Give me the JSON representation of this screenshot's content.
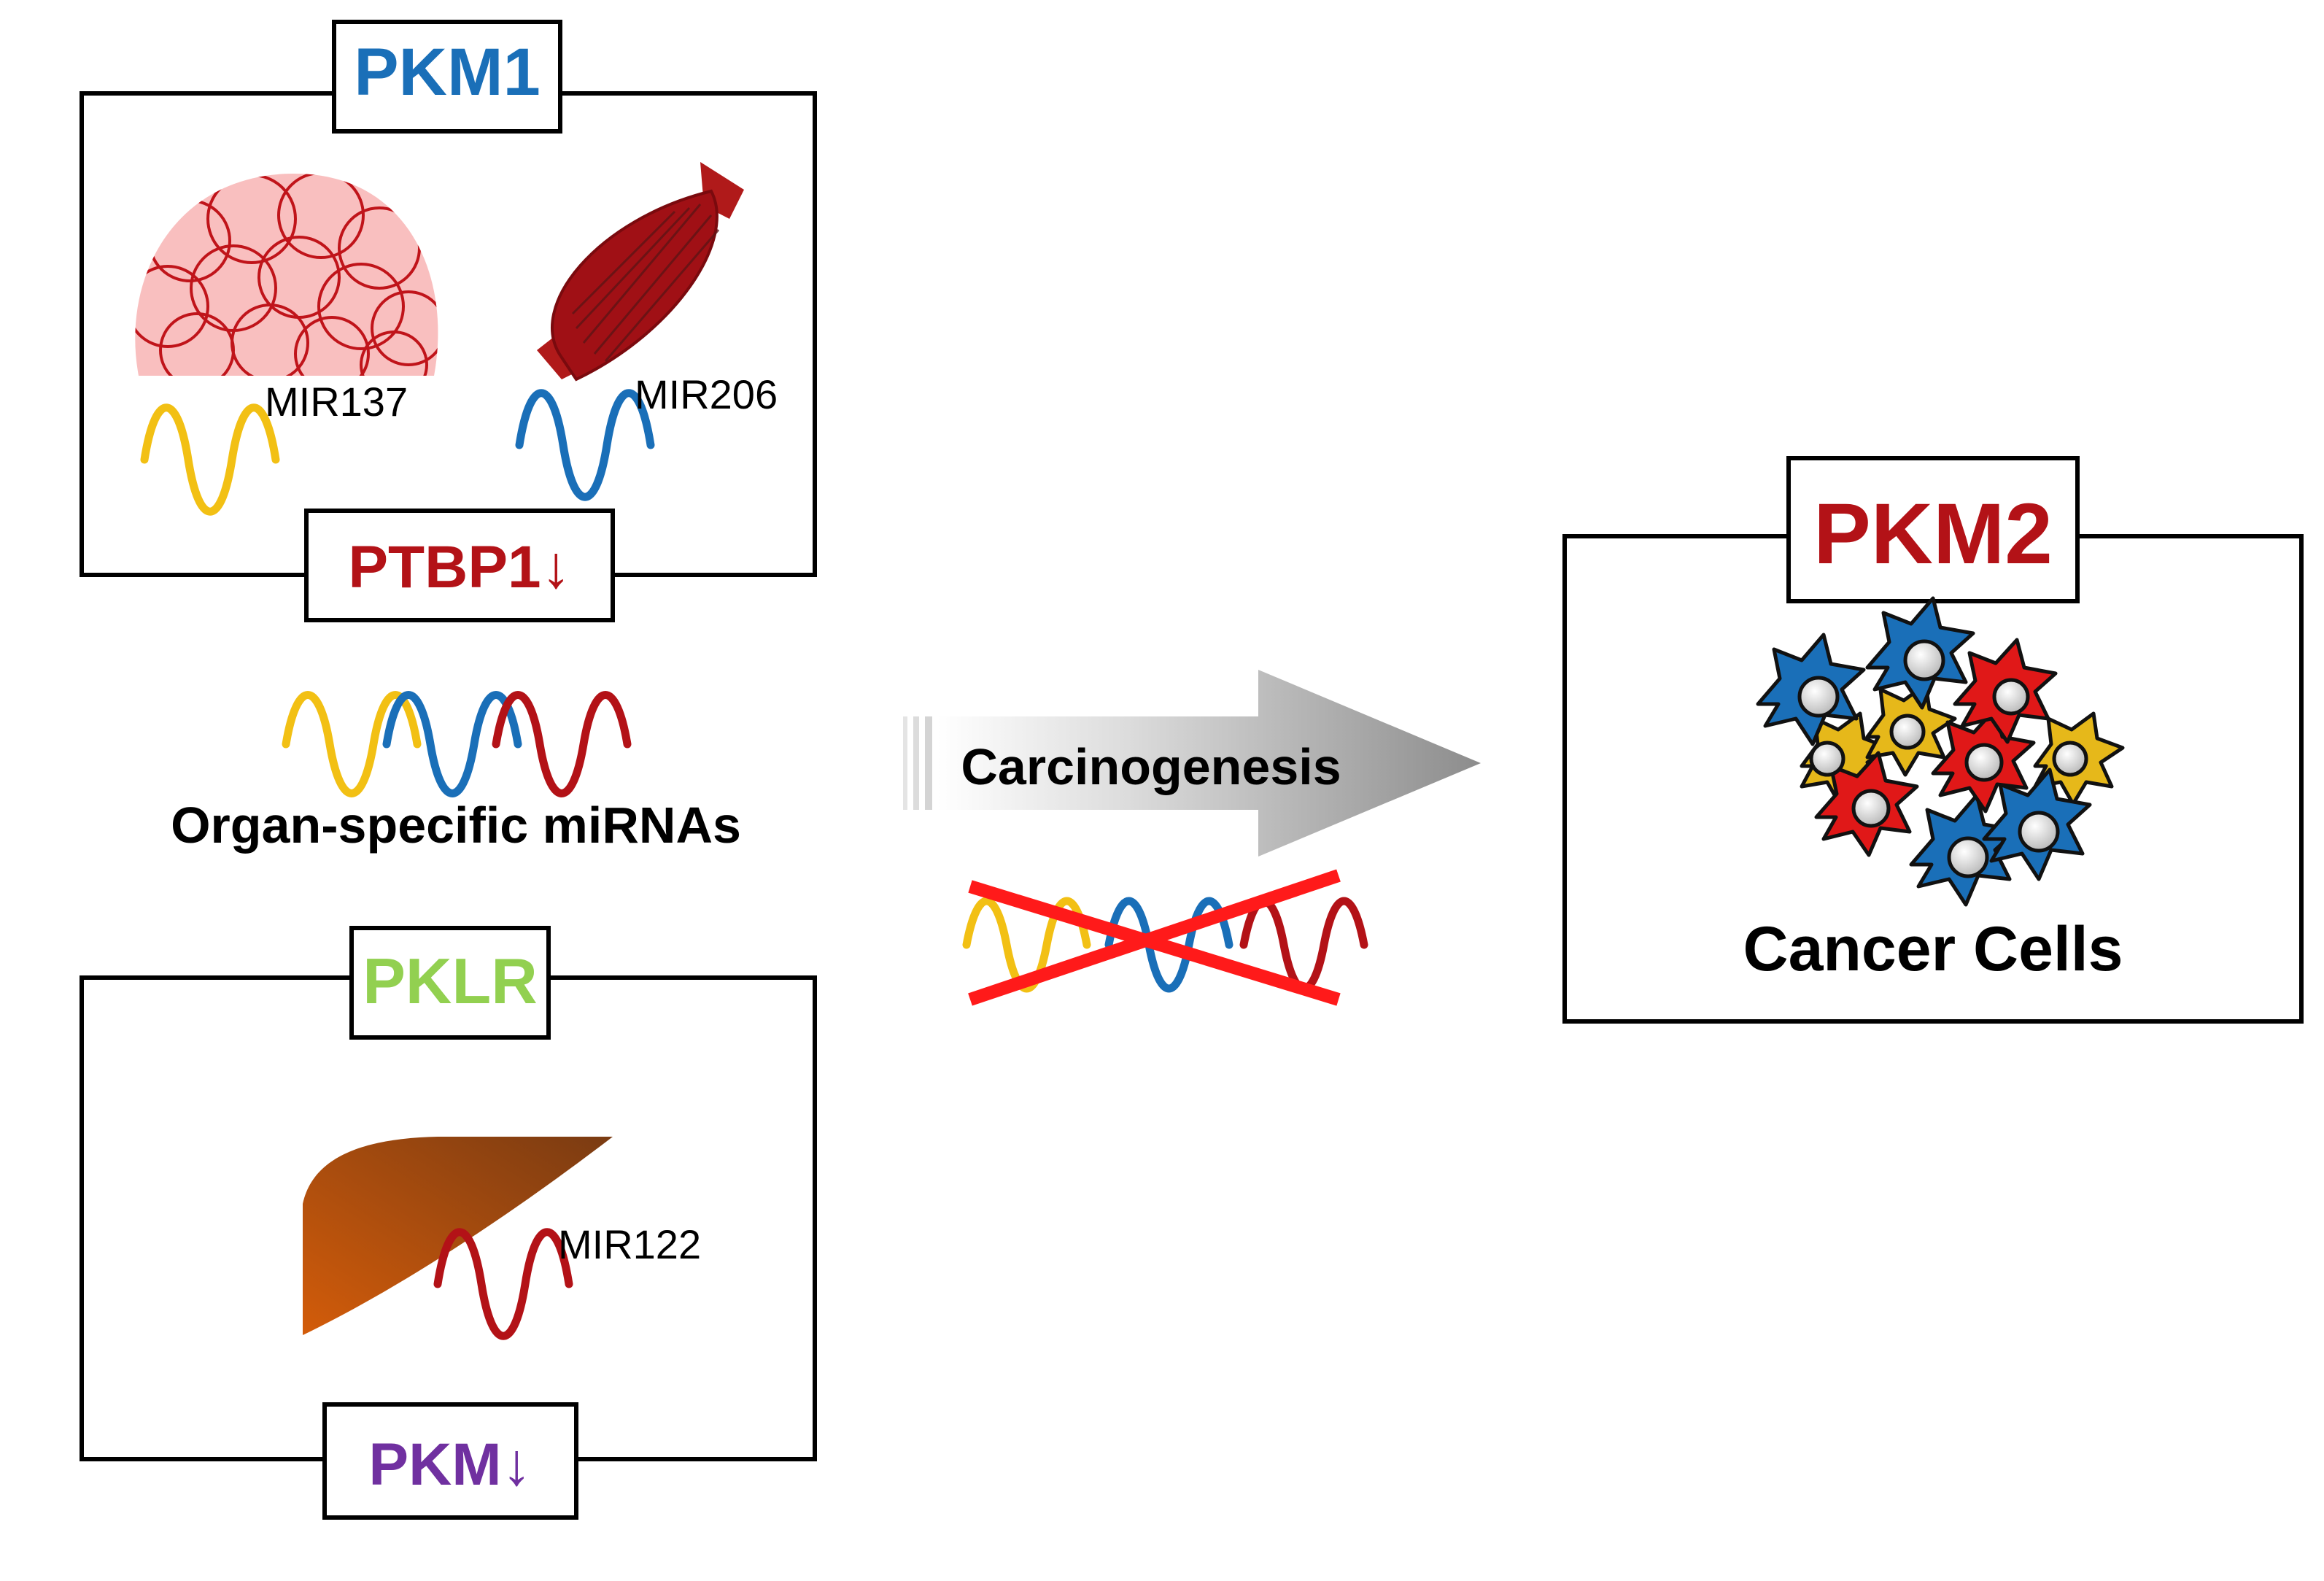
{
  "pkm1_panel": {
    "title": "PKM1",
    "title_color": "#1a6fb8",
    "bottom_label": "PTBP1↓",
    "bottom_color": "#b31217",
    "brain_mirna": "MIR137",
    "muscle_mirna": "MIR206"
  },
  "legend": {
    "label": "Organ-specific miRNAs"
  },
  "pklr_panel": {
    "title": "PKLR",
    "title_color": "#92d050",
    "bottom_label": "PKM↓",
    "bottom_color": "#7030a0",
    "liver_mirna": "MIR122"
  },
  "arrow": {
    "label": "Carcinogenesis"
  },
  "pkm2_panel": {
    "title": "PKM2",
    "title_color": "#b31217",
    "caption": "Cancer Cells"
  },
  "colors": {
    "mir137": "#f2c014",
    "mir206": "#1a6fb8",
    "mir122": "#b31217",
    "cross": "#ff1a1a"
  },
  "icons": [
    "brain-icon",
    "muscle-icon",
    "liver-icon",
    "cancer-cells-icon",
    "crossed-mirna-icon"
  ]
}
